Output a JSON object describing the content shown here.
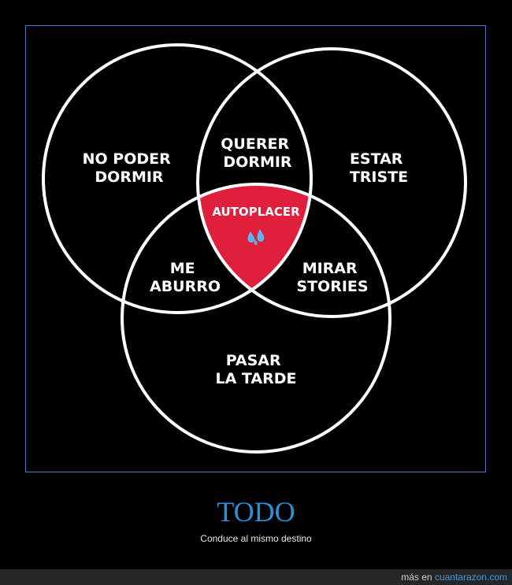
{
  "diagram": {
    "regions": {
      "no_poder_dormir": [
        "NO PODER",
        "DORMIR"
      ],
      "querer_dormir": [
        "QUERER",
        "DORMIR"
      ],
      "estar_triste": [
        "ESTAR",
        "TRISTE"
      ],
      "autoplacer": "AUTOPLACER",
      "me_aburro": [
        "ME",
        "ABURRO"
      ],
      "mirar_stories": [
        "MIRAR",
        "STORIES"
      ],
      "pasar_la_tarde": [
        "PASAR",
        "LA TARDE"
      ]
    },
    "center_icon": "sweat-droplets-icon",
    "colors": {
      "background": "#000000",
      "circle_stroke": "#ffffff",
      "center_fill": "#e01f3d",
      "droplet": "#5fb4f0",
      "frame_border": "#4f74c8"
    }
  },
  "caption": {
    "title": "TODO",
    "subtitle": "Conduce al mismo destino"
  },
  "footer": {
    "prefix": "más en",
    "link_text": "cuantarazon.com",
    "link_color": "#3d9be0"
  }
}
